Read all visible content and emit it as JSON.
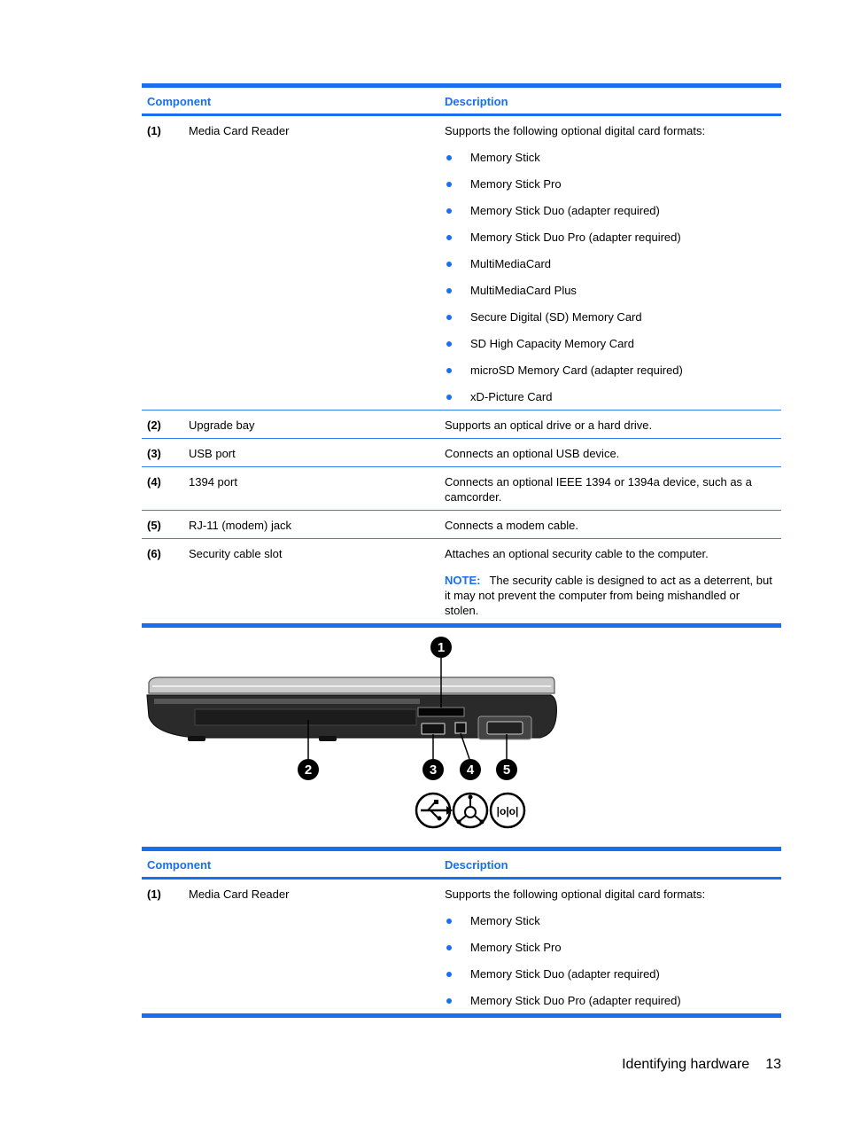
{
  "table1": {
    "headers": {
      "component": "Component",
      "description": "Description"
    },
    "rows": [
      {
        "num": "(1)",
        "name": "Media Card Reader",
        "desc": "Supports the following optional digital card formats:",
        "bullets": [
          "Memory Stick",
          "Memory Stick Pro",
          "Memory Stick Duo (adapter required)",
          "Memory Stick Duo Pro (adapter required)",
          "MultiMediaCard",
          "MultiMediaCard Plus",
          "Secure Digital (SD) Memory Card",
          "SD High Capacity Memory Card",
          "microSD Memory Card (adapter required)",
          "xD-Picture Card"
        ]
      },
      {
        "num": "(2)",
        "name": "Upgrade bay",
        "desc": "Supports an optical drive or a hard drive."
      },
      {
        "num": "(3)",
        "name": "USB port",
        "desc": "Connects an optional USB device."
      },
      {
        "num": "(4)",
        "name": "1394 port",
        "desc": "Connects an optional IEEE 1394 or 1394a device, such as a camcorder."
      },
      {
        "num": "(5)",
        "name": "RJ-11 (modem) jack",
        "desc": "Connects a modem cable."
      },
      {
        "num": "(6)",
        "name": "Security cable slot",
        "desc": "Attaches an optional security cable to the computer.",
        "note_label": "NOTE:",
        "note_text": "The security cable is designed to act as a deterrent, but it may not prevent the computer from being mishandled or stolen."
      }
    ]
  },
  "figure": {
    "callouts": [
      "1",
      "2",
      "3",
      "4",
      "5"
    ],
    "icons": [
      "usb-icon",
      "firewire-1394-icon",
      "modem-rj11-icon"
    ],
    "icon_glyph_modem": "|o|o|"
  },
  "table2": {
    "headers": {
      "component": "Component",
      "description": "Description"
    },
    "rows": [
      {
        "num": "(1)",
        "name": "Media Card Reader",
        "desc": "Supports the following optional digital card formats:",
        "bullets": [
          "Memory Stick",
          "Memory Stick Pro",
          "Memory Stick Duo (adapter required)",
          "Memory Stick Duo Pro (adapter required)"
        ]
      }
    ]
  },
  "footer": {
    "section": "Identifying hardware",
    "page": "13"
  },
  "colors": {
    "accent": "#1a6ef0"
  }
}
